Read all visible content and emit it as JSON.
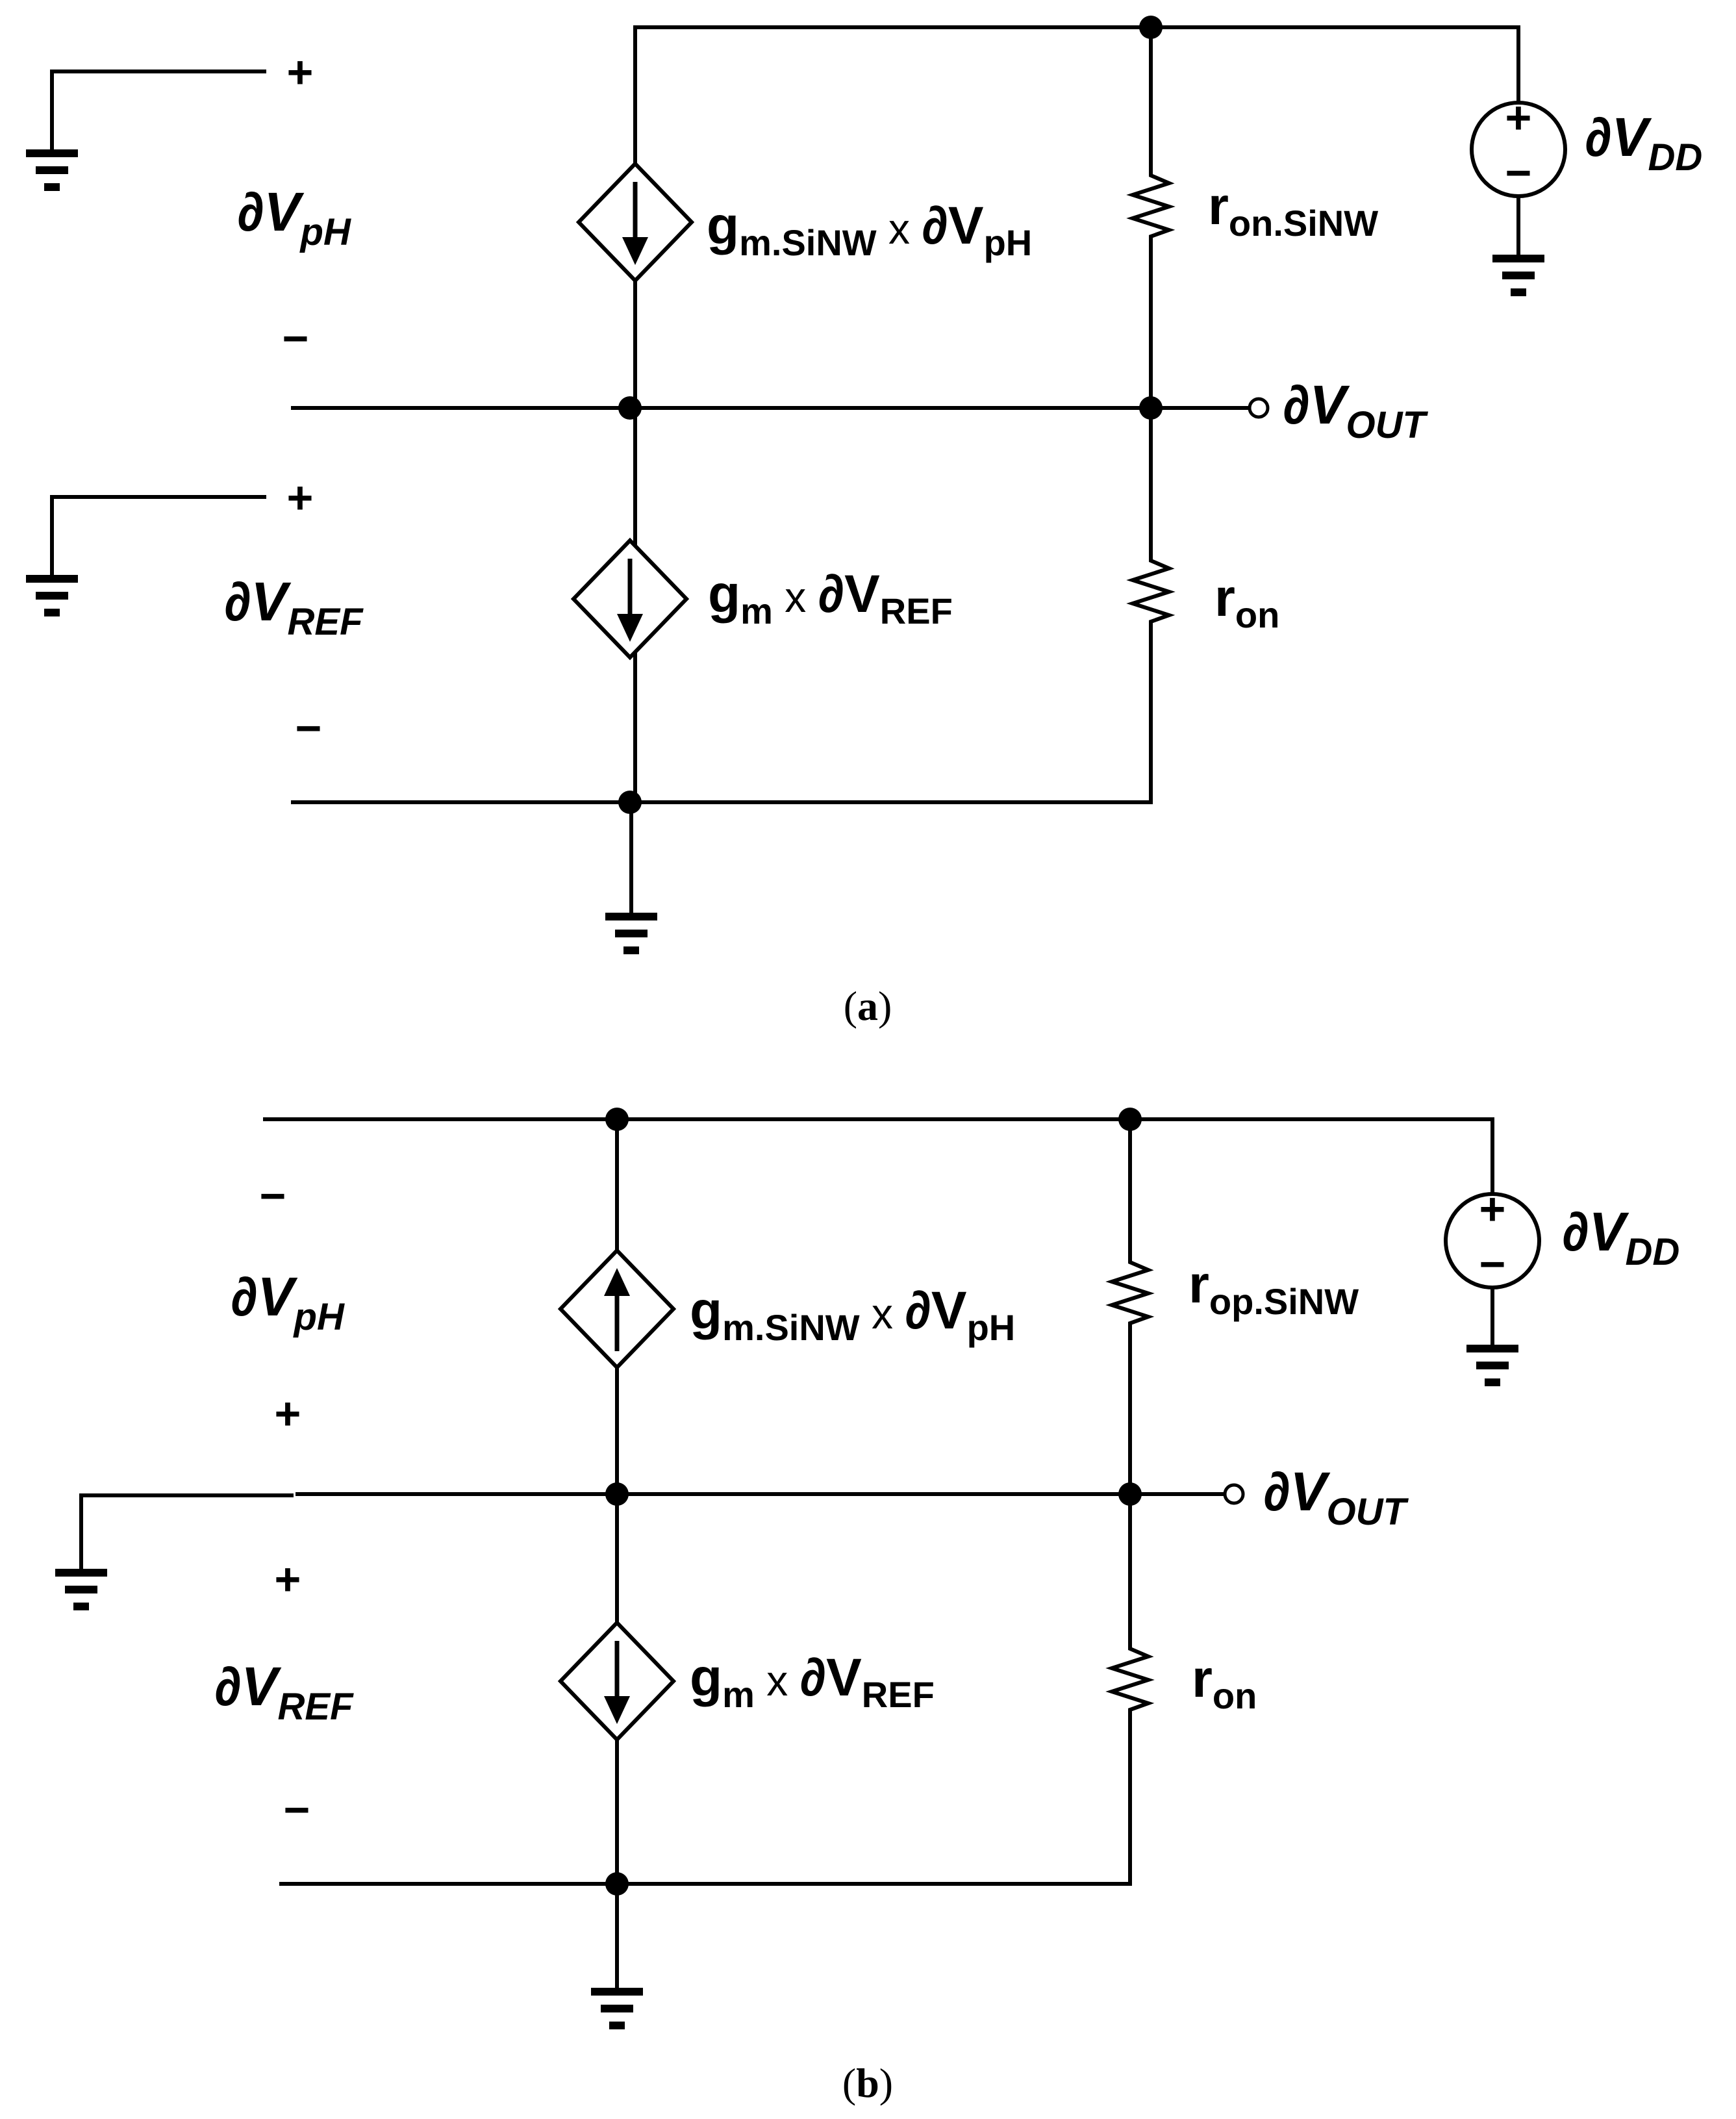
{
  "figure_a": {
    "caption_open": "(",
    "caption_letter": "a",
    "caption_close": ")",
    "input_pH": {
      "prefix": "∂V",
      "sub": "pH",
      "top_sign": "+",
      "bottom_sign": "−"
    },
    "input_ref": {
      "prefix": "∂V",
      "sub": "REF",
      "top_sign": "+",
      "bottom_sign": "−"
    },
    "source_top": {
      "g": "g",
      "g_sub": "m.SiNW",
      "x": " x ",
      "v": "∂V",
      "v_sub": "pH",
      "arrow": "down"
    },
    "source_bottom": {
      "g": "g",
      "g_sub": "m",
      "x": " x ",
      "v": "∂V",
      "v_sub": "REF",
      "arrow": "down"
    },
    "resistor_top": {
      "r": "r",
      "r_sub": "on.SiNW"
    },
    "resistor_bottom": {
      "r": "r",
      "r_sub": "on"
    },
    "output": {
      "prefix": "∂V",
      "sub": "OUT"
    },
    "supply": {
      "prefix": "∂V",
      "sub": "DD",
      "plus": "+",
      "minus": "−"
    }
  },
  "figure_b": {
    "caption_open": "(",
    "caption_letter": "b",
    "caption_close": ")",
    "input_pH": {
      "prefix": "∂V",
      "sub": "pH",
      "top_sign": "−",
      "bottom_sign": "+"
    },
    "input_ref": {
      "prefix": "∂V",
      "sub": "REF",
      "top_sign": "+",
      "bottom_sign": "−"
    },
    "source_top": {
      "g": "g",
      "g_sub": "m.SiNW",
      "x": " x ",
      "v": "∂V",
      "v_sub": "pH",
      "arrow": "up"
    },
    "source_bottom": {
      "g": "g",
      "g_sub": "m",
      "x": " x ",
      "v": "∂V",
      "v_sub": "REF",
      "arrow": "down"
    },
    "resistor_top": {
      "r": "r",
      "r_sub": "op.SiNW"
    },
    "resistor_bottom": {
      "r": "r",
      "r_sub": "on"
    },
    "output": {
      "prefix": "∂V",
      "sub": "OUT"
    },
    "supply": {
      "prefix": "∂V",
      "sub": "DD",
      "plus": "+",
      "minus": "−"
    }
  }
}
